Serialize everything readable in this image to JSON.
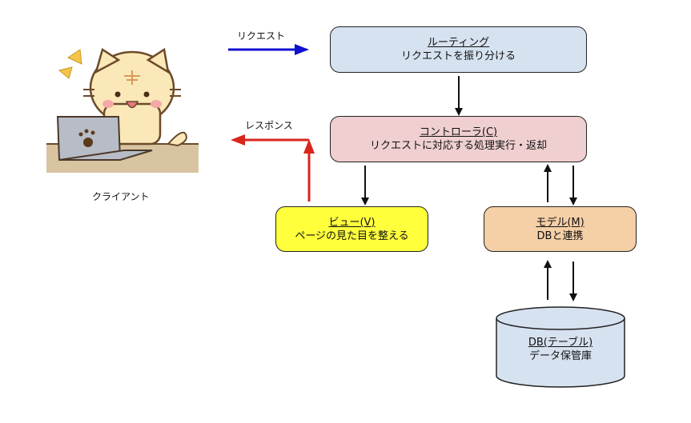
{
  "diagram": {
    "client": {
      "label": "クライアント",
      "illustration": "cat-using-laptop"
    },
    "request_arrow": {
      "label": "リクエスト",
      "color": "#1010d0"
    },
    "response_arrow": {
      "label": "レスポンス",
      "color": "#d9251c"
    },
    "routing": {
      "title": "ルーティング",
      "desc": "リクエストを振り分ける",
      "color": "#d6e2f0"
    },
    "controller": {
      "title": "コントローラ(C)",
      "desc": "リクエストに対応する処理実行・返却",
      "color": "#efcfd0"
    },
    "view": {
      "title": "ビュー(V)",
      "desc": "ページの見た目を整える",
      "color": "#ffff3c"
    },
    "model": {
      "title": "モデル(M)",
      "desc": "DBと連携",
      "color": "#f5cfa6"
    },
    "database": {
      "title": "DB(テーブル)",
      "desc": "データ保管庫",
      "color": "#d6e2f0"
    }
  }
}
